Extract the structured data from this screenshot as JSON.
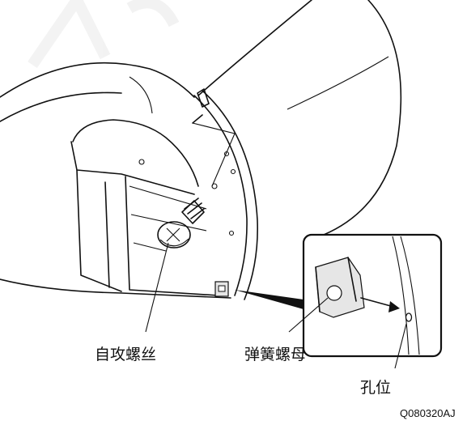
{
  "labels": {
    "screw": "自攻螺丝",
    "spring_nut": "弹簧螺母",
    "hole": "孔位"
  },
  "figure_code": "Q080320AJ",
  "colors": {
    "ink": "#111111",
    "panel_fill": "#e6e6e6",
    "background": "#ffffff"
  }
}
